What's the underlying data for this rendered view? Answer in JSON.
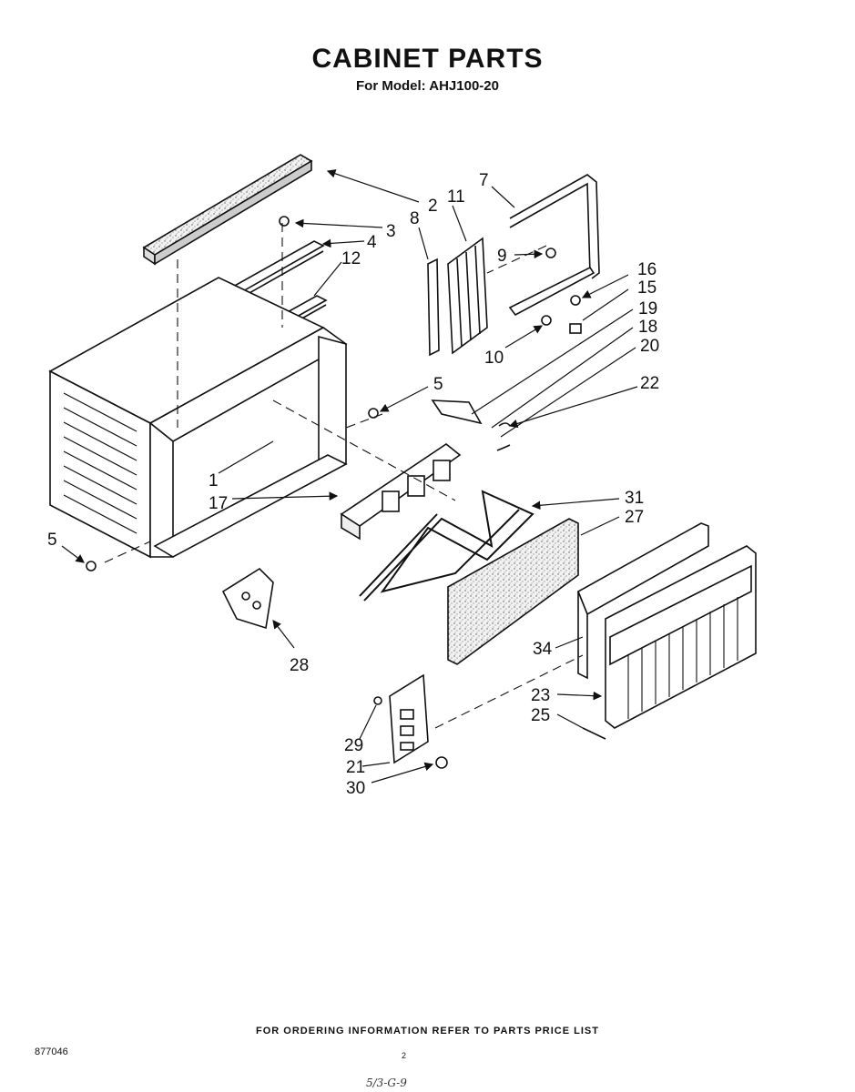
{
  "header": {
    "title": "CABINET PARTS",
    "subtitle": "For Model: AHJ100-20"
  },
  "callouts": {
    "c1": "1",
    "c2": "2",
    "c3": "3",
    "c4": "4",
    "c5a": "5",
    "c5b": "5",
    "c7": "7",
    "c8": "8",
    "c9": "9",
    "c10": "10",
    "c11": "11",
    "c12": "12",
    "c15": "15",
    "c16": "16",
    "c17": "17",
    "c18": "18",
    "c19": "19",
    "c20": "20",
    "c21": "21",
    "c22": "22",
    "c23": "23",
    "c25": "25",
    "c27": "27",
    "c28": "28",
    "c29": "29",
    "c30": "30",
    "c31": "31",
    "c34": "34"
  },
  "footer": {
    "ordering_note": "FOR ORDERING INFORMATION REFER TO PARTS PRICE LIST",
    "doc_number": "877046",
    "page_number": "2",
    "handwritten": "5/3-G-9"
  }
}
